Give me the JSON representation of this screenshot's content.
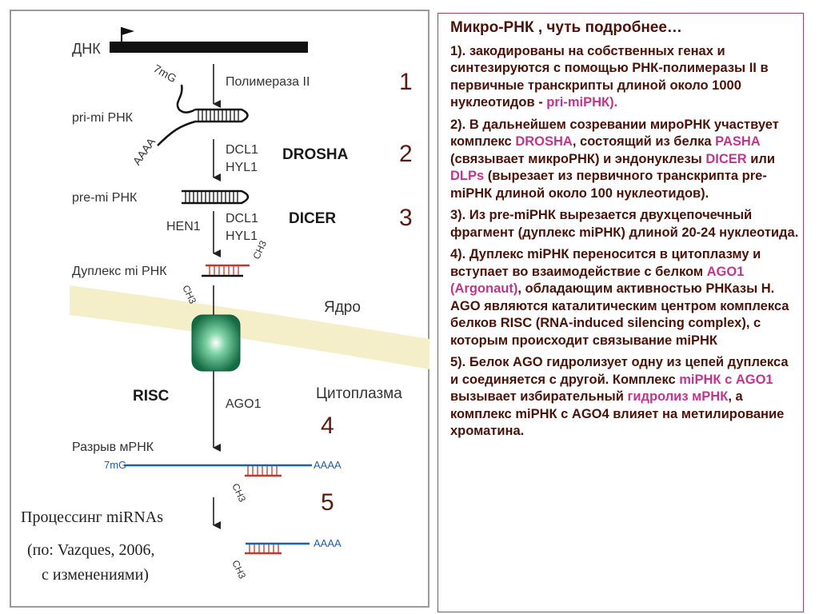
{
  "diagram": {
    "labels": {
      "dna": "ДНК",
      "cap": "7mG",
      "polymerase": "Полимераза II",
      "pri_mi": "pri-mi РНК",
      "polyA": "AAAA",
      "dcl1": "DCL1",
      "hyl1": "HYL1",
      "pre_mi": "pre-mi РНК",
      "hen1": "HEN1",
      "dcl1_b": "DCL1",
      "hyl1_b": "HYL1",
      "duplex": "Дуплекс mi РНК",
      "ch3": "CH3",
      "nucleus": "Ядро",
      "ago1": "AGO1",
      "cytoplasm": "Цитоплазма",
      "cleavage": "Разрыв мРНК",
      "cap2": "7mG",
      "polyA2": "AAAA",
      "polyA3": "AAAA"
    },
    "complexes": {
      "drosha": "DROSHA",
      "dicer": "DICER",
      "risc": "RISC"
    },
    "step_numbers": [
      "1",
      "2",
      "3",
      "4",
      "5"
    ],
    "caption": {
      "line1": "Процессинг miRNAs",
      "line2": "(по: Vazques, 2006,",
      "line3": "с изменениями)"
    }
  },
  "text": {
    "title": "Микро-РНК , чуть подробнее…",
    "p1": {
      "a": "1).  закодированы на собственных генах и синтезируются с помощью РНК-полимеразы II в первичные транскрипты длиной около 1000 нуклеотидов - ",
      "b": "pri-miРНК)."
    },
    "p2": {
      "a": "2). В дальнейшем созревании мироРНК участвует комплекс ",
      "drosha": "DROSHA",
      "b": ", состоящий из белка ",
      "pasha": "PASHA",
      "c": " (связывает микроРНК) и эндонуклезы ",
      "dicer": "DICER",
      "d": " или ",
      "dlps": "DLPs",
      "e": " (вырезает из первичного транскрипта pre-miРНК длиной около 100 нуклеотидов)."
    },
    "p3": "3).  Из pre-miРНК вырезается двухцепочечный фрагмент (дуплекс miРНК) длиной 20-24 нуклеотида.",
    "p4": {
      "a": "4). Дуплекс miРНК переносится в цитоплазму и вступает во взаимодействие с белком ",
      "ago1": "AGO1 (Argonaut)",
      "b": ", обладающим активностью РНКазы Н.  AGO являются каталитическим центром комплекса белков RISC (RNA-induced silencing complex), с которым происходит связывание miРНК"
    },
    "p5": {
      "a": "5). Белок AGO гидролизует одну из цепей дуплекса и соединяется с другой.  Комплекс ",
      "mirna": "miРНК  с  AGO1",
      "b": " вызывает избирательный ",
      "hydro": "гидролиз мРНК",
      "c": ", а комплекс miРНК с AGO4 влияет на метилирование хроматина."
    }
  },
  "colors": {
    "number": "#5a1b0e",
    "text": "#4a1208",
    "highlight": "#c2358d",
    "strand_blue": "#1f5fa8",
    "strand_red": "#c0392b",
    "nucleus_band": "#f4efc9",
    "pore": "#2e9b6a"
  }
}
